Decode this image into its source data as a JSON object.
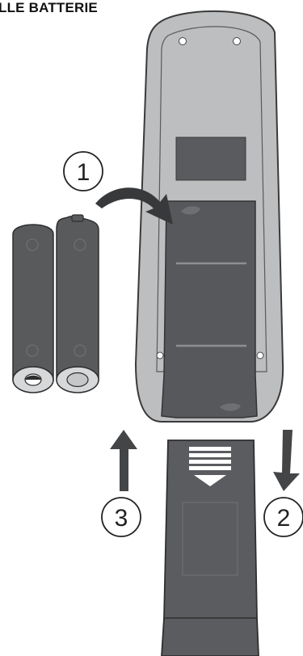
{
  "heading": "LLE BATTERIE",
  "steps": {
    "step1": "1",
    "step2": "2",
    "step3": "3"
  },
  "colors": {
    "remote_body": "#bdbec0",
    "remote_outline": "#3a3a3a",
    "compartment": "#57585b",
    "battery": "#595a5c",
    "battery_end": "#d7d8d9",
    "cover": "#5b5c5f",
    "arrow": "#444547"
  },
  "icons": {
    "arrow_step1": "curved-arrow-icon",
    "arrow_step2": "down-arrow-icon",
    "arrow_step3": "up-arrow-icon"
  }
}
